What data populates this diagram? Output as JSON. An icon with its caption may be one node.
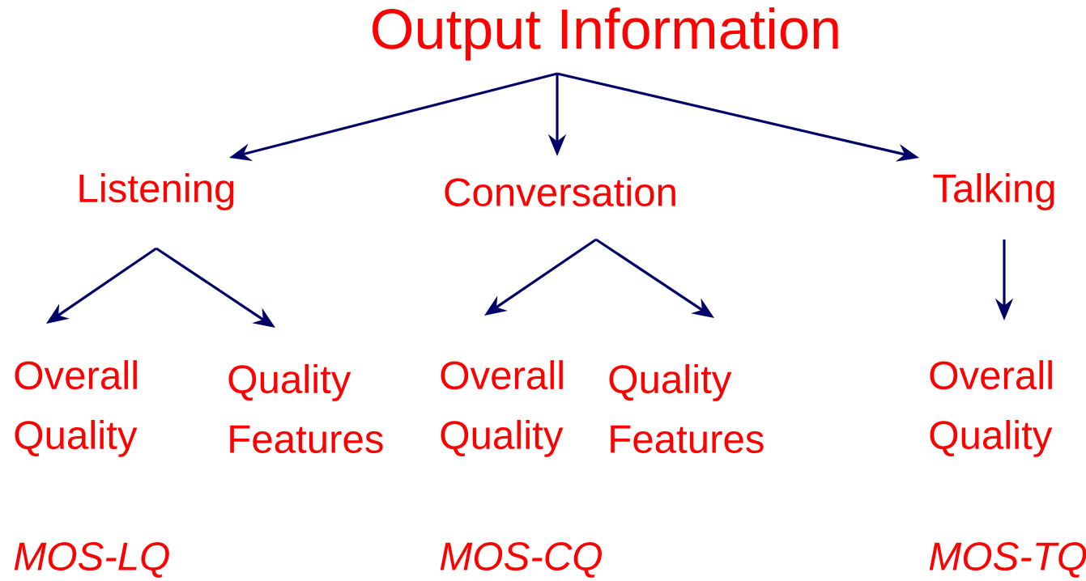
{
  "diagram": {
    "nodes": [
      {
        "text": [
          "Output Information"
        ]
      },
      {
        "text": [
          "Listening"
        ]
      },
      {
        "text": [
          "Conversation"
        ]
      },
      {
        "text": [
          "Talking"
        ]
      },
      {
        "text": [
          "Overall Quality"
        ]
      },
      {
        "text": [
          "Quality Features"
        ]
      },
      {
        "text": [
          "Overall Quality"
        ]
      },
      {
        "text": [
          "Quality Features"
        ]
      },
      {
        "text": [
          "Overall Quality"
        ]
      }
    ],
    "edges": [
      {
        "from": 0,
        "to": 1,
        "arrow": "to"
      },
      {
        "from": 0,
        "to": 2,
        "arrow": "to"
      },
      {
        "from": 0,
        "to": 3,
        "arrow": "to"
      },
      {
        "from": 1,
        "to": 4,
        "arrow": "to"
      },
      {
        "from": 1,
        "to": 5,
        "arrow": "to"
      },
      {
        "from": 2,
        "to": 6,
        "arrow": "to"
      },
      {
        "from": 2,
        "to": 7,
        "arrow": "to"
      },
      {
        "from": 3,
        "to": 8,
        "arrow": "to"
      }
    ],
    "labels": [
      "MOS-LQ",
      "MOS-CQ",
      "MOS-TQ"
    ]
  }
}
